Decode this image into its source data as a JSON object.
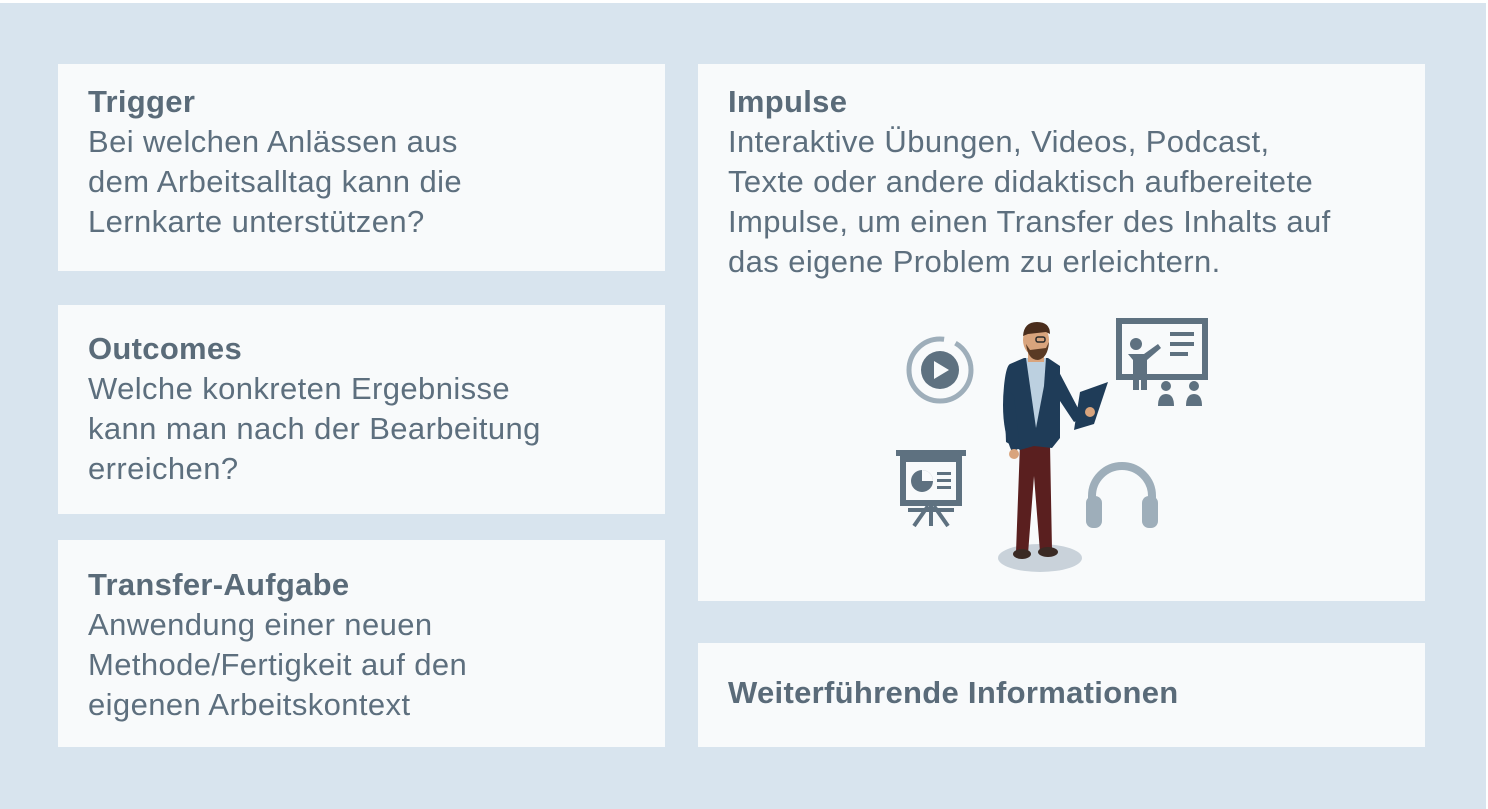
{
  "cards": {
    "trigger": {
      "title": "Trigger",
      "body": "Bei welchen Anlässen aus\ndem Arbeitsalltag kann die\nLernkarte unterstützen?"
    },
    "outcomes": {
      "title": "Outcomes",
      "body": "Welche konkreten Ergebnisse\nkann man nach der Bearbeitung\nerreichen?"
    },
    "transfer": {
      "title": "Transfer-Aufgabe",
      "body": "Anwendung einer neuen\nMethode/Fertigkeit auf den\neigenen Arbeitskontext"
    },
    "impulse": {
      "title": "Impulse",
      "body": "Interaktive Übungen, Videos, Podcast,\nTexte oder andere didaktisch aufbereitete\nImpulse, um einen Transfer des Inhalts auf\ndas eigene Problem zu erleichtern."
    },
    "info": {
      "title": "Weiterführende Informationen"
    }
  },
  "illustration": {
    "icons": [
      "video-play-icon",
      "presentation-board-icon",
      "pie-chart-board-icon",
      "headphones-icon"
    ],
    "colors": {
      "background": "#d8e4ee",
      "card": "#f8fafb",
      "text": "#5d6f7e",
      "icon": "#5e7180",
      "icon_light": "#9eaeba",
      "jacket": "#1f3c58",
      "trousers": "#5a1f1f"
    }
  }
}
